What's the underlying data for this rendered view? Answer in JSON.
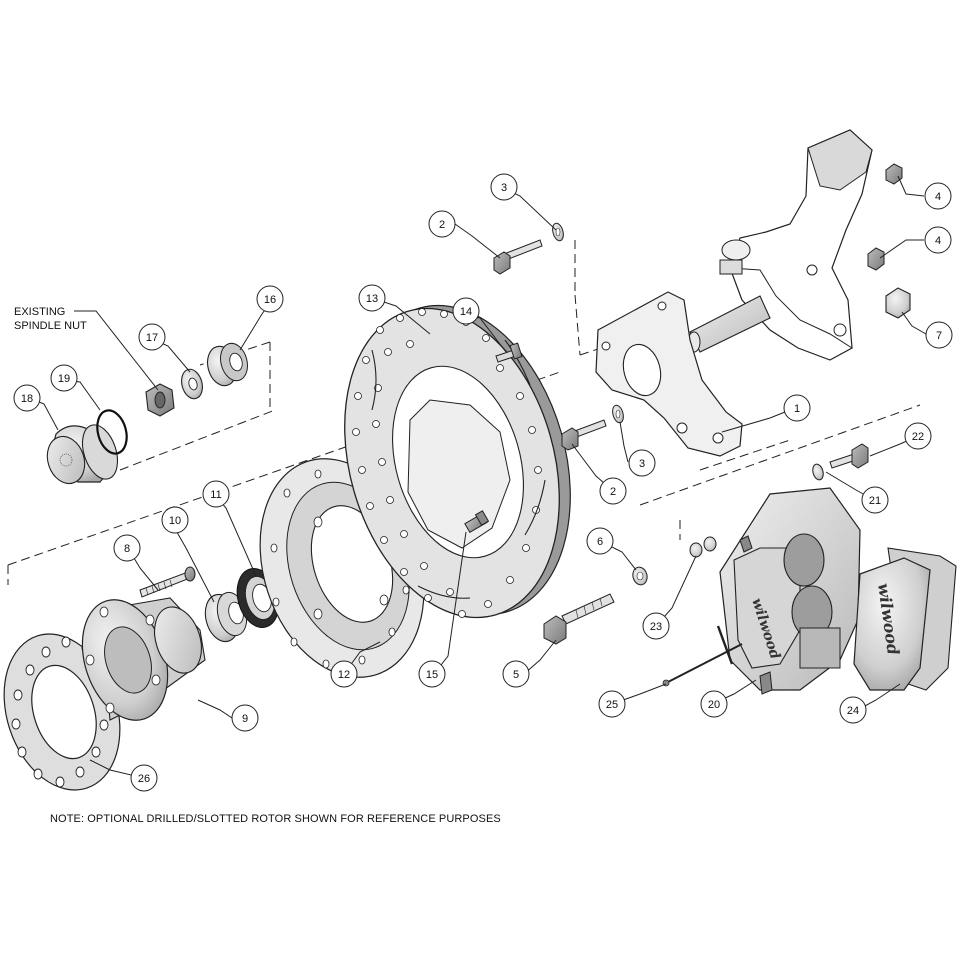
{
  "diagram": {
    "existing_label_line1": "EXISTING",
    "existing_label_line2": "SPINDLE NUT",
    "note": "NOTE: OPTIONAL DRILLED/SLOTTED ROTOR SHOWN FOR REFERENCE PURPOSES",
    "caliper_brand_text": "wilwood",
    "pad_brand_text": "wilwood",
    "callouts": [
      "1",
      "2",
      "2",
      "3",
      "3",
      "4",
      "4",
      "5",
      "6",
      "7",
      "8",
      "9",
      "10",
      "11",
      "12",
      "13",
      "14",
      "15",
      "16",
      "17",
      "18",
      "19",
      "20",
      "21",
      "22",
      "23",
      "24",
      "25",
      "26"
    ]
  }
}
